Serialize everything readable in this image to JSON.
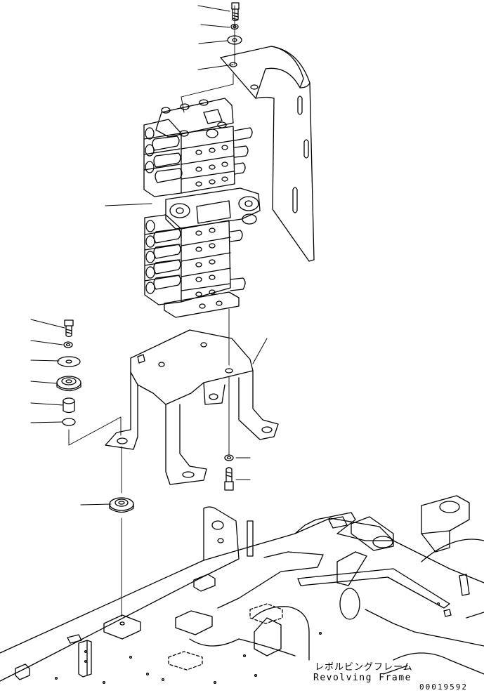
{
  "labels": {
    "revolving_frame_jp": "レボルビングフレーム",
    "revolving_frame_en": "Revolving Frame",
    "drawing_number": "00019592"
  },
  "colors": {
    "line": "#000000",
    "background": "#ffffff"
  }
}
